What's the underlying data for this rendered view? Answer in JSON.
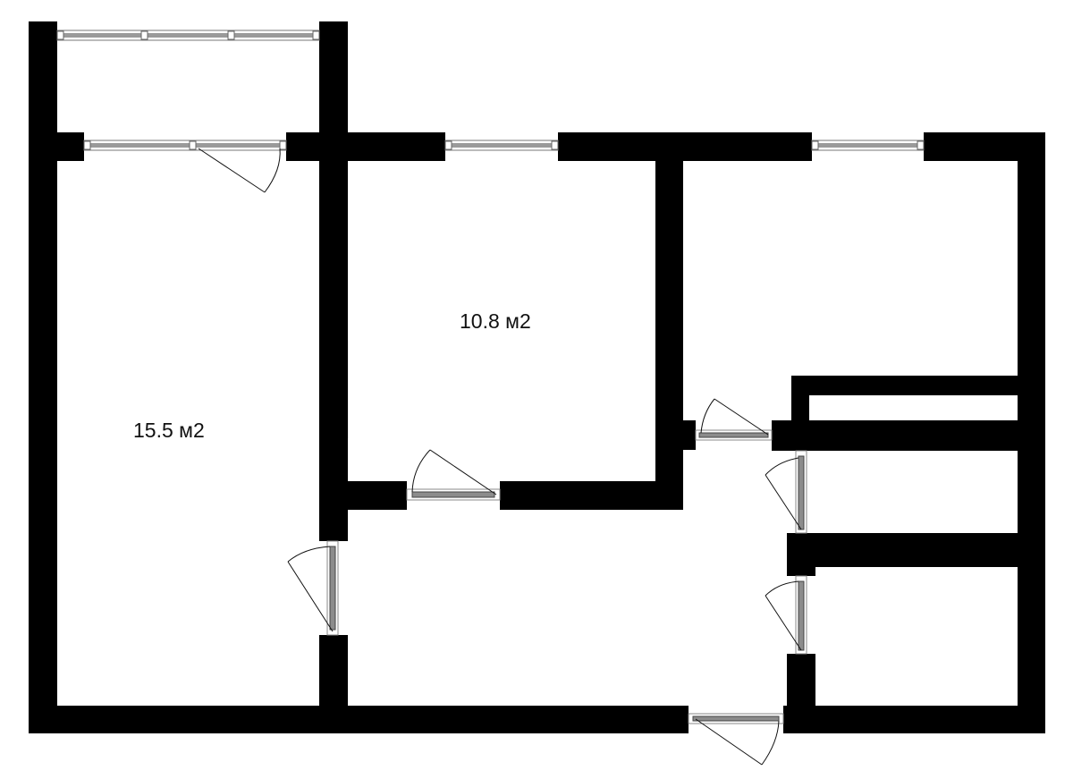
{
  "rooms": [
    {
      "id": "room-left",
      "label": "15.5 м2"
    },
    {
      "id": "room-middle",
      "label": "10.8 м2"
    }
  ],
  "colors": {
    "wall": "#000000",
    "background": "#ffffff",
    "window_pane": "#9a9a9a",
    "door_leaf": "#8c8c8c"
  }
}
